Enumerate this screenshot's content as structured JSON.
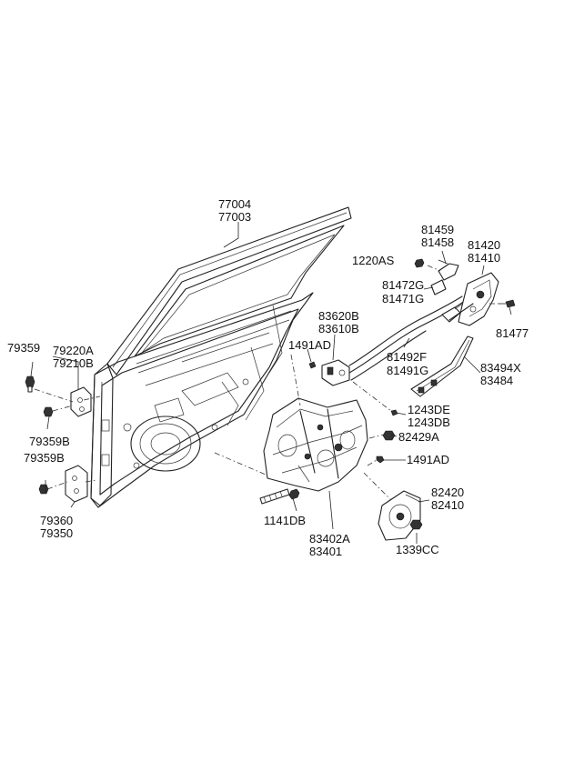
{
  "labels": {
    "door_panel": [
      "77004",
      "77003"
    ],
    "hinge_bolt_top": "79359",
    "upper_hinge": [
      "79220A",
      "79210B"
    ],
    "hinge_bolt_lower": [
      "79359B",
      "79359B"
    ],
    "lower_hinge": [
      "79360",
      "79350"
    ],
    "outside_handle_cover": [
      "81459",
      "81458"
    ],
    "cover_screw": "1220AS",
    "rod_clip": [
      "81472G",
      "81471G"
    ],
    "door_latch": [
      "81420",
      "81410"
    ],
    "latch_screw": "81477",
    "lock_switch": [
      "83620B",
      "83610B"
    ],
    "screw_upper": "1491AD",
    "cable": [
      "81492F",
      "81491G"
    ],
    "guide_rail": [
      "83494X",
      "83484"
    ],
    "bolt_pair": [
      "1243DE",
      "1243DB"
    ],
    "nut": "82429A",
    "screw_lower": "1491AD",
    "regulator_motor": [
      "82420",
      "82410"
    ],
    "bolt_1141": "1141DB",
    "window_regulator": [
      "83402A",
      "83401"
    ],
    "nut_1339": "1339CC"
  },
  "colors": {
    "line": "#222222",
    "text": "#111111",
    "background": "#ffffff"
  }
}
